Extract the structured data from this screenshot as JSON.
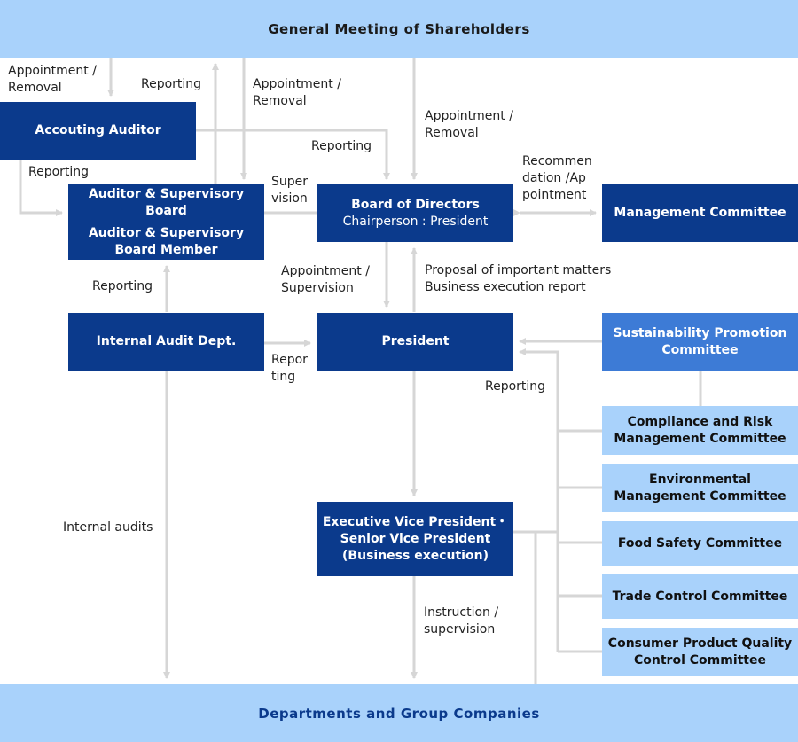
{
  "bands": {
    "top": "General Meeting of Shareholders",
    "bottom": "Departments and Group Companies"
  },
  "boxes": {
    "accounting_auditor": "Accouting Auditor",
    "auditor_board": {
      "line1": "Auditor & Supervisory Board",
      "line2": "Auditor & Supervisory",
      "line3": "Board Member"
    },
    "board_of_directors": {
      "title": "Board of Directors",
      "sub": "Chairperson : President"
    },
    "management_committee": "Management Committee",
    "internal_audit": "Internal Audit Dept.",
    "president": "President",
    "sustainability": {
      "line1": "Sustainability Promotion",
      "line2": "Committee"
    },
    "compliance": {
      "line1": "Compliance and Risk",
      "line2": "Management Committee"
    },
    "environmental": {
      "line1": "Environmental",
      "line2": "Management Committee"
    },
    "food_safety": "Food Safety Committee",
    "trade_control": "Trade Control Committee",
    "consumer_product": {
      "line1": "Consumer Product Quality",
      "line2": "Control Committee"
    },
    "executive_vp": {
      "line1": "Executive Vice President・",
      "line2": "Senior Vice President",
      "line3": "(Business execution)"
    }
  },
  "labels": {
    "appointment_removal_1": "Appointment /\nRemoval",
    "reporting_1": "Reporting",
    "appointment_removal_2": "Appointment /\nRemoval",
    "appointment_removal_3": "Appointment /\nRemoval",
    "reporting_2": "Reporting",
    "reporting_3": "Reporting",
    "supervision": "Super\nvision",
    "recommendation": "Recommen\ndation /Ap\npointment",
    "reporting_4": "Reporting",
    "appointment_supervision": "Appointment /\nSupervision",
    "proposal": "Proposal of important matters\nBusiness execution report",
    "reporting_5": "Repor\nting",
    "reporting_6": "Reporting",
    "internal_audits": "Internal audits",
    "instruction": "Instruction /\nsupervision"
  },
  "colors": {
    "dark_box": "#0b3a8c",
    "light_box": "#3d7bd6",
    "band": "#a9d2fb",
    "line": "#d6d6d6"
  }
}
